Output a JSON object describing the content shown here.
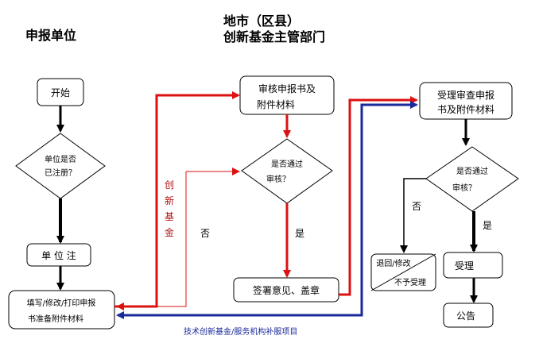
{
  "headers": {
    "applicant": "申报单位",
    "dept_line1": "地市（区县）",
    "dept_line2": "创新基金主管部门"
  },
  "nodes": {
    "start": "开始",
    "registered_line1": "单位是否",
    "registered_line2": "已注册？",
    "register": "单 位 注",
    "fill_line1": "填写/修改/打印申报",
    "fill_line2": "书准备附件材料",
    "review_line1": "审核申报书及",
    "review_line2": "附件材料",
    "pass1_line1": "是否通过",
    "pass1_line2": "审核？",
    "sign": "签署意见、盖章",
    "accept_review_line1": "受理审查申报",
    "accept_review_line2": "书及附件材料",
    "pass2_line1": "是否通过",
    "pass2_line2": "审核？",
    "return_line1": "退回/修改",
    "return_line2": "不予受理",
    "accept": "受理",
    "announce": "公告"
  },
  "labels": {
    "innovation_fund": [
      "创",
      "新",
      "基",
      "金"
    ],
    "no1": "否",
    "yes1": "是",
    "no2": "否",
    "yes2": "是",
    "service_project": "技术创新基金/服务机构补服项目"
  },
  "colors": {
    "red": "#dd1111",
    "blue": "#1a2a9a",
    "label_red": "#b01010"
  }
}
